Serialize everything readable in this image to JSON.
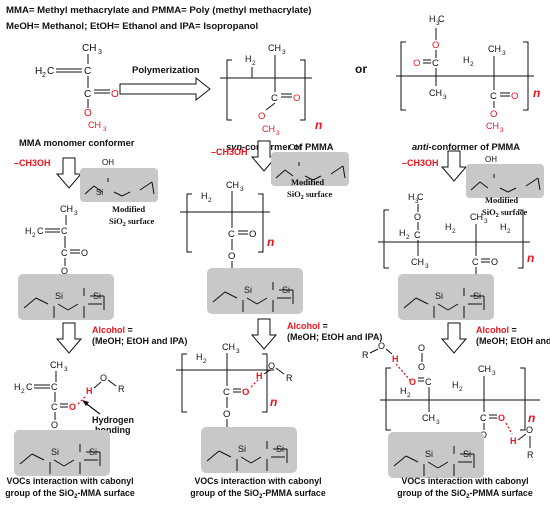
{
  "header": {
    "line1": "MMA= Methyl methacrylate and PMMA= Poly (methyl methacrylate)",
    "line2": "MeOH= Methanol; EtOH= Ethanol and IPA= Isopropanol"
  },
  "arrows": {
    "polymerization": "Polymerization",
    "or": "or"
  },
  "atoms": {
    "CH3": "CH",
    "three": "3",
    "two": "2",
    "H2C": "H",
    "H2": "H",
    "C": "C",
    "O": "O",
    "H": "H",
    "R": "R",
    "Si": "Si",
    "OH": "OH",
    "HC": "H C",
    "eq": "C=",
    "eqO": "=O",
    "n": "n"
  },
  "labels": {
    "mma_conformer": "MMA monomer conformer",
    "syn": "syn",
    "syn_rest": "-conformer of PMMA",
    "anti": "anti",
    "anti_rest": "-conformer of PMMA",
    "minus_ch3oh": "–CH3OH",
    "modified": "Modified",
    "sio2_surface": "SiO",
    "surface": " surface",
    "alcohol": "Alcohol",
    "alcohol_eq": " =",
    "alcohol_list": "(MeOH; EtOH and IPA)",
    "hydrogen": "Hydrogen",
    "bonding": "bonding",
    "caption_line1": "VOCs interaction with cabonyl",
    "caption_line2_a": "group of the SiO",
    "caption_mma": "-MMA surface",
    "caption_pmma": "-PMMA surface"
  },
  "colors": {
    "red": "#e8141c",
    "gray": "#c8c8c8",
    "black": "#111111"
  }
}
